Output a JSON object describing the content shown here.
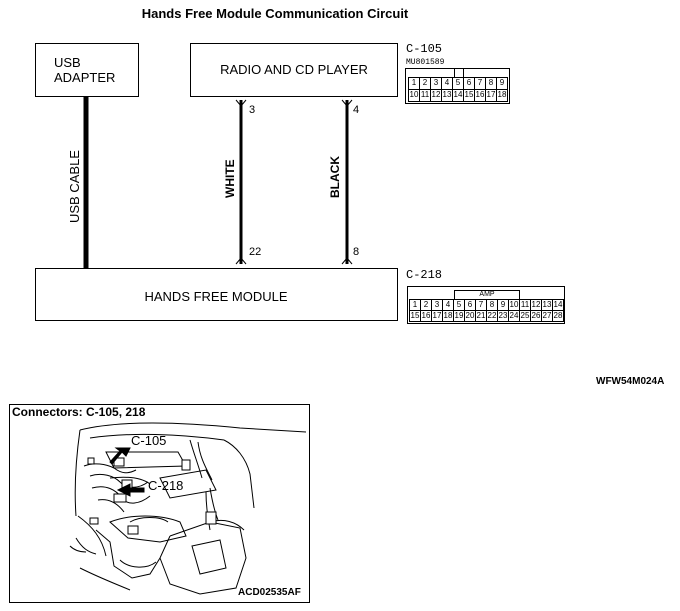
{
  "title": "Hands Free Module Communication Circuit",
  "usb_adapter": {
    "line1": "USB",
    "line2": "ADAPTER"
  },
  "radio": {
    "label": "RADIO AND CD PLAYER"
  },
  "hands_free_module": {
    "label": "HANDS FREE MODULE"
  },
  "usb_cable": {
    "label": "USB CABLE"
  },
  "wires": [
    {
      "color": "WHITE",
      "pin_top": "3",
      "pin_bottom": "22"
    },
    {
      "color": "BLACK",
      "pin_top": "4",
      "pin_bottom": "8"
    }
  ],
  "connector_c105": {
    "name": "C-105",
    "part_no": "MU801589",
    "row1": [
      "1",
      "2",
      "3",
      "4",
      "5",
      "6",
      "7",
      "8",
      "9"
    ],
    "row2": [
      "10",
      "11",
      "12",
      "13",
      "14",
      "15",
      "16",
      "17",
      "18"
    ]
  },
  "connector_c218": {
    "name": "C-218",
    "tag": "AMP",
    "row1": [
      "1",
      "2",
      "3",
      "4",
      "5",
      "6",
      "7",
      "8",
      "9",
      "10",
      "11",
      "12",
      "13",
      "14"
    ],
    "row2": [
      "15",
      "16",
      "17",
      "18",
      "19",
      "20",
      "21",
      "22",
      "23",
      "24",
      "25",
      "26",
      "27",
      "28"
    ]
  },
  "figure_code": "WFW54M024A",
  "inset": {
    "title": "Connectors: C-105, 218",
    "callout1": "C-105",
    "callout2": "C-218",
    "code": "ACD02535AF"
  }
}
